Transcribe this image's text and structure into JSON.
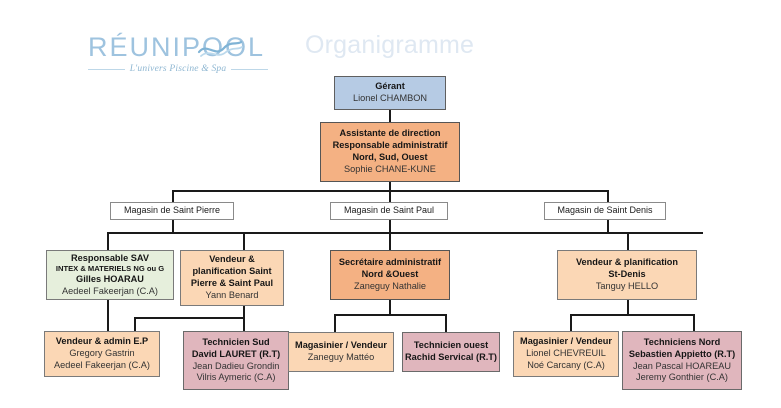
{
  "header": {
    "logo_word": "RÉUNIPOOL",
    "logo_tagline": "L'univers Piscine & Spa",
    "title": "Organigramme",
    "logo_color": "#9ec3df",
    "title_color": "#dfe8f2"
  },
  "colors": {
    "director": "#b6cbe4",
    "admin": "#f4b183",
    "sales": "#fbd7b5",
    "service": "#e6efdc",
    "technician": "#e0b6bd",
    "store": "#ffffff",
    "connector": "#1a1a1a"
  },
  "nodes": {
    "manager": {
      "title": "Gérant",
      "name": "Lionel CHAMBON"
    },
    "assistant": {
      "line1": "Assistante de direction",
      "line2": "Responsable administratif",
      "line3": "Nord, Sud, Ouest",
      "name": "Sophie CHANE-KUNE"
    },
    "store_pierre": {
      "label": "Magasin de Saint Pierre"
    },
    "store_paul": {
      "label": "Magasin de Saint Paul"
    },
    "store_denis": {
      "label": "Magasin de Saint Denis"
    },
    "sav": {
      "line1": "Responsable SAV",
      "line2": "INTEX & MATERIELS NG ou G",
      "line3": "Gilles HOARAU",
      "name": "Aedeel Fakeerjan (C.A)"
    },
    "vendeur_sp": {
      "line1": "Vendeur &",
      "line2": "planification Saint",
      "line3": "Pierre & Saint Paul",
      "name": "Yann Benard"
    },
    "secretaire": {
      "line1": "Secrétaire administratif",
      "line2": "Nord &Ouest",
      "name": "Zaneguy Nathalie"
    },
    "vendeur_sd": {
      "line1": "Vendeur & planification",
      "line2": "St-Denis",
      "name": "Tanguy HELLO"
    },
    "vendeur_ep": {
      "line1": "Vendeur & admin E.P",
      "name1": "Gregory Gastrin",
      "name2": "Aedeel Fakeerjan (C.A)"
    },
    "tech_sud": {
      "line1": "Technicien Sud",
      "line2": "David LAURET (R.T)",
      "name1": "Jean Dadieu Grondin",
      "name2": "Vilris Aymeric (C.A)"
    },
    "magasinier_o": {
      "line1": "Magasinier / Vendeur",
      "name1": "Zaneguy Mattéo"
    },
    "tech_ouest": {
      "line1": "Technicien ouest",
      "line2": "Rachid Servical (R.T)"
    },
    "magasinier_n": {
      "line1": "Magasinier / Vendeur",
      "name1": "Lionel CHEVREUIL",
      "name2": "Noé Carcany (C.A)"
    },
    "tech_nord": {
      "line1": "Techniciens Nord",
      "line2": "Sebastien Appietto (R.T)",
      "name1": "Jean Pascal HOAREAU",
      "name2": "Jeremy Gonthier (C.A)"
    }
  }
}
